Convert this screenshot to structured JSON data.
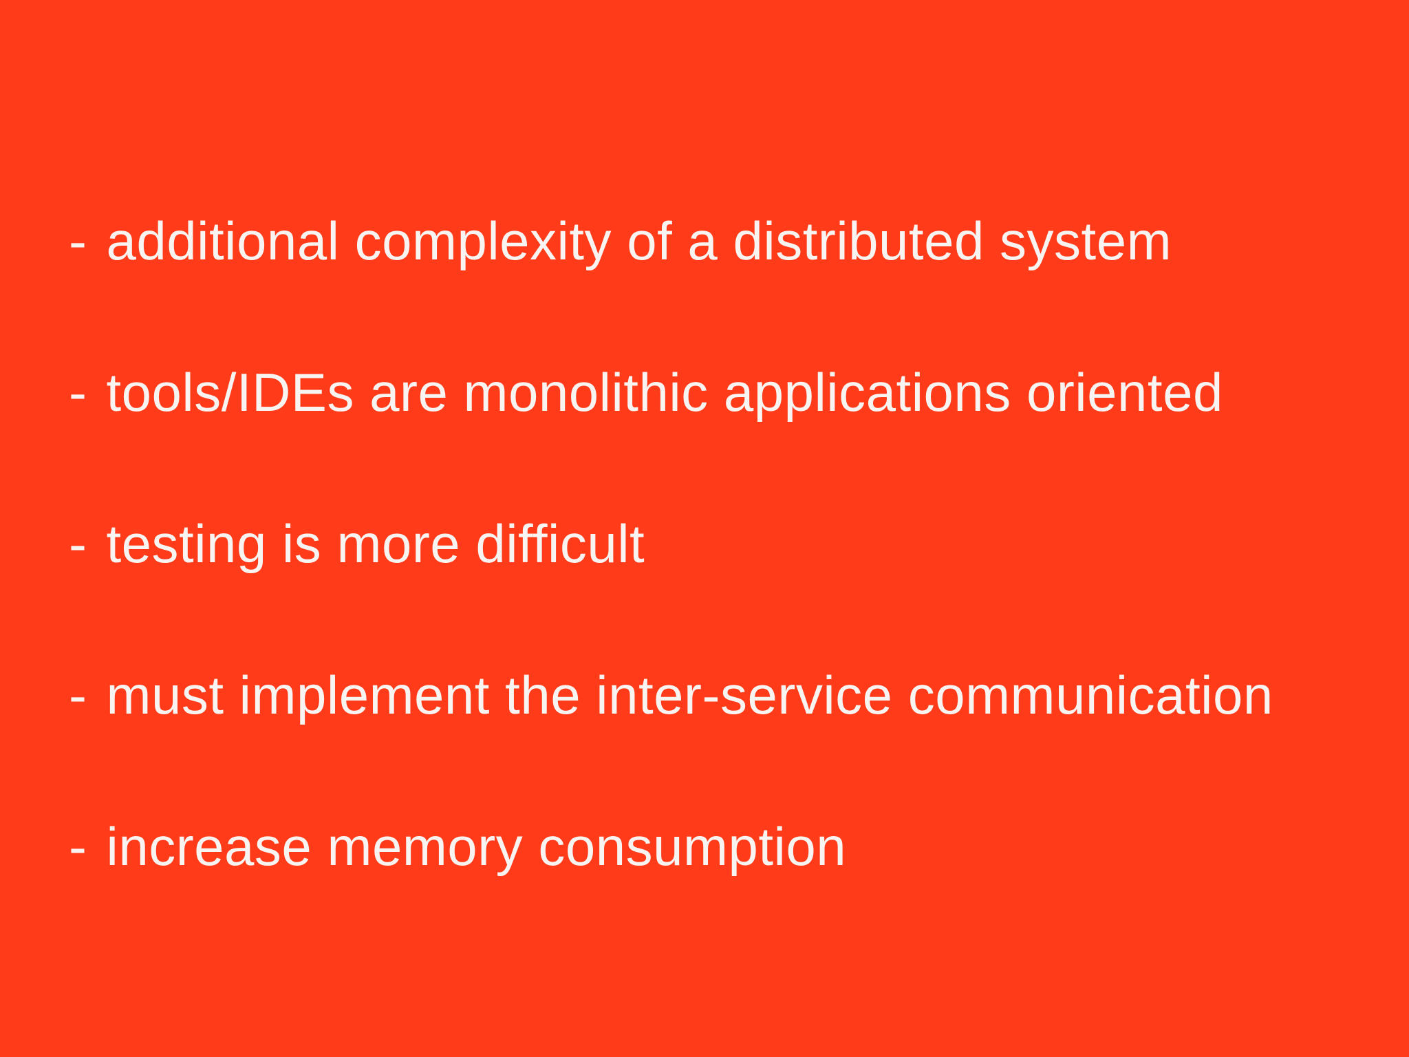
{
  "slide": {
    "background_color": "#ff3b1a",
    "text_color": "#f8f4f1",
    "bullet_prefix": "-",
    "bullets": [
      {
        "text": "additional complexity of a distributed system"
      },
      {
        "text": "tools/IDEs are monolithic applications oriented"
      },
      {
        "text": "testing is more difficult"
      },
      {
        "text": "must implement the inter-service communication"
      },
      {
        "text": "increase memory consumption"
      }
    ]
  }
}
